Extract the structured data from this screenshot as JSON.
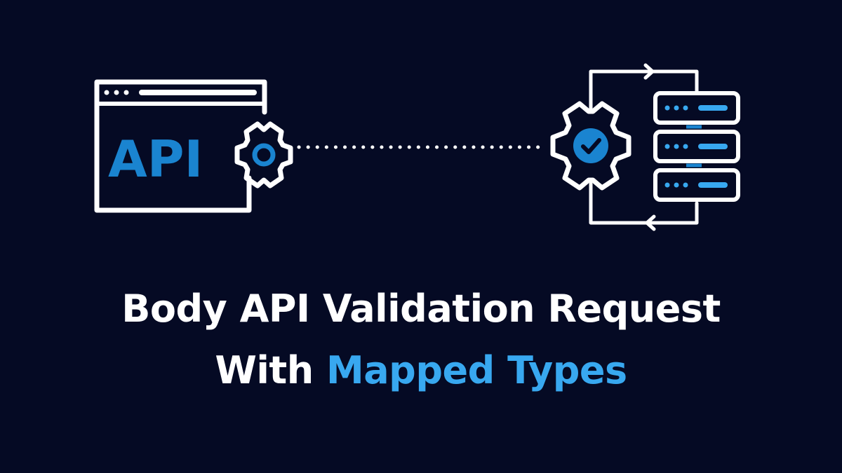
{
  "colors": {
    "background": "#050a24",
    "stroke": "#ffffff",
    "accent": "#38a8f0",
    "api_text": "#1a84d0"
  },
  "browser_window": {
    "icon": "browser-window-icon",
    "api_label": "API"
  },
  "icons": {
    "left_gear": "gear-icon",
    "right_gear": "gear-check-icon",
    "server": "server-stack-icon",
    "connector": "dotted-line",
    "cycle_arrows": "cycle-arrows-icon"
  },
  "title": {
    "line1": "Body API Validation Request",
    "line2_prefix": "With ",
    "line2_accent": "Mapped Types"
  }
}
